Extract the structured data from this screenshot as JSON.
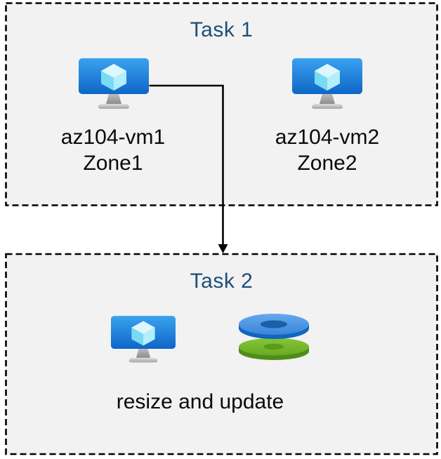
{
  "task1": {
    "title": "Task 1",
    "items": [
      {
        "label": "az104-vm1",
        "sublabel": "Zone1"
      },
      {
        "label": "az104-vm2",
        "sublabel": "Zone2"
      }
    ]
  },
  "task2": {
    "title": "Task 2",
    "caption": "resize and update"
  },
  "icons": {
    "vm": "virtual-machine-icon",
    "disks": "managed-disks-icon",
    "arrow": "down-arrow-connector"
  },
  "colors": {
    "title_text": "#1f4e79",
    "body_text": "#0a0a0a",
    "box_fill": "#f2f2f2",
    "box_border": "#000000",
    "connector": "#000000",
    "vm_screen_top": "#3aa2f0",
    "vm_screen_bottom": "#0e66c7",
    "vm_cube_light": "#dcf7fe",
    "disk_blue": "#4a96e8",
    "disk_blue_dark": "#1b5fa8",
    "disk_green": "#76bc2d",
    "disk_green_dark": "#5b9a1e"
  }
}
